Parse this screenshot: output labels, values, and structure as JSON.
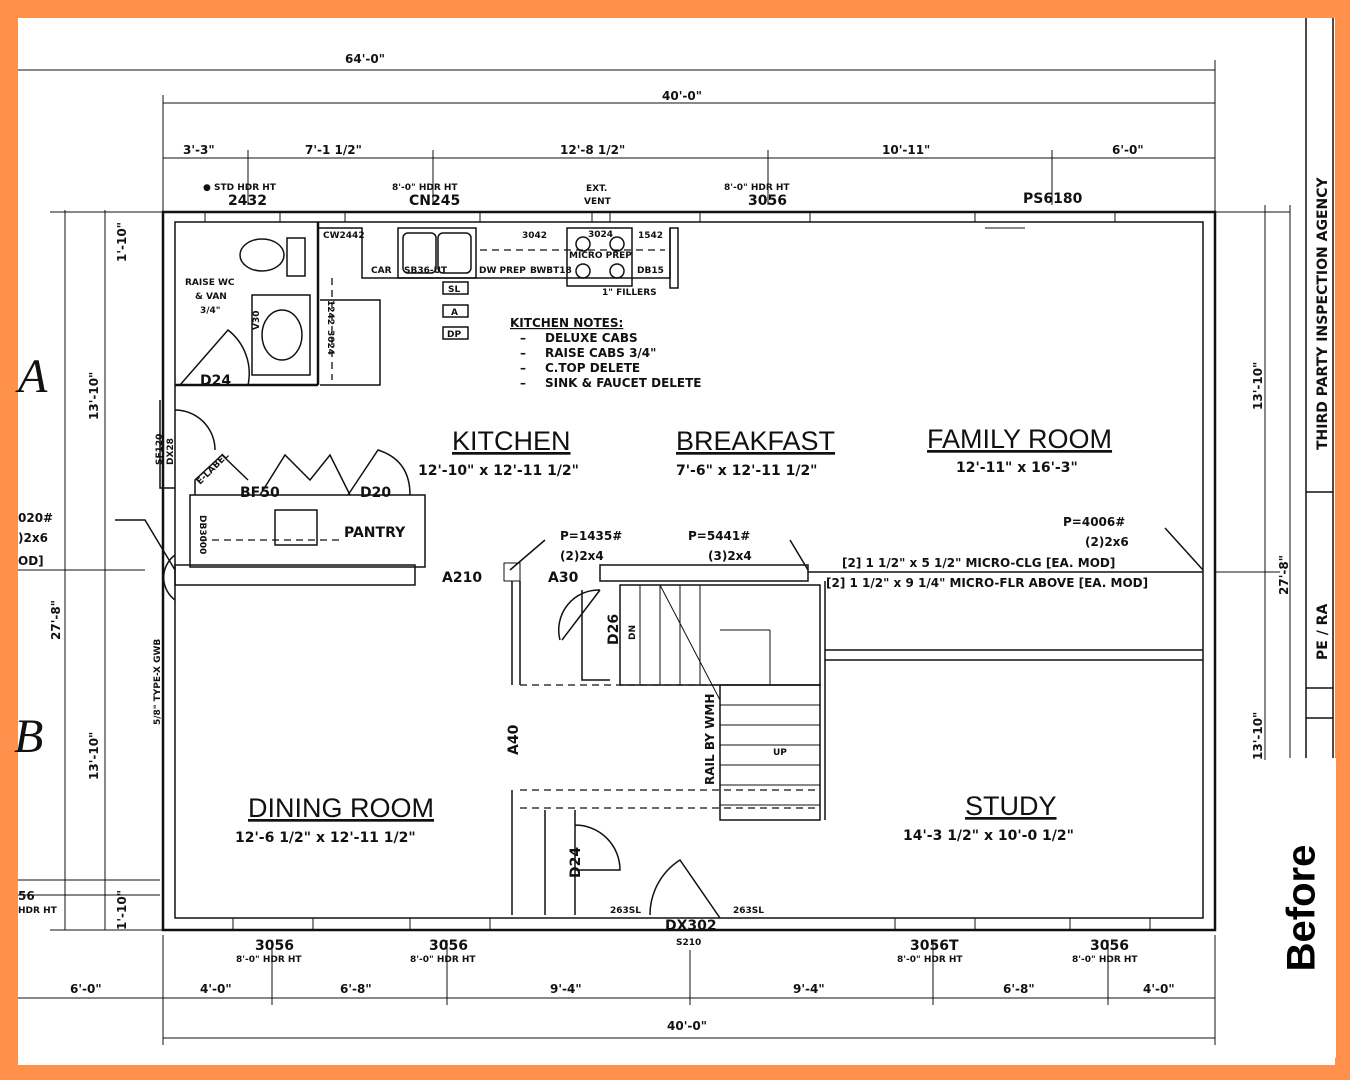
{
  "badge": "Before",
  "title_block": {
    "agency": "THIRD PARTY INSPECTION AGENCY",
    "pe_ra": "PE / RA"
  },
  "rooms": [
    {
      "name": "KITCHEN",
      "size": "12'-10\" x 12'-11 1/2\""
    },
    {
      "name": "BREAKFAST",
      "size": "7'-6\" x 12'-11 1/2\""
    },
    {
      "name": "FAMILY ROOM",
      "size": "12'-11\" x 16'-3\""
    },
    {
      "name": "DINING ROOM",
      "size": "12'-6 1/2\" x 12'-11 1/2\""
    },
    {
      "name": "STUDY",
      "size": "14'-3 1/2\" x 10'-0 1/2\""
    }
  ],
  "dims_top": {
    "overall": "64'-0\"",
    "house": "40'-0\"",
    "segments": [
      "3'-3\"",
      "7'-1 1/2\"",
      "12'-8 1/2\"",
      "10'-11\"",
      "6'-0\""
    ]
  },
  "dims_bottom": {
    "overall": "40'-0\"",
    "segments": [
      "4'-0\"",
      "6'-8\"",
      "9'-4\"",
      "9'-4\"",
      "6'-8\"",
      "4'-0\""
    ],
    "left": "6'-0\""
  },
  "dims_left": {
    "top": "13'-10\"",
    "bottom": "13'-10\"",
    "small_top": "1'-10\"",
    "small_bottom": "1'-10\"",
    "total": "27'-8\""
  },
  "dims_right": {
    "top": "13'-10\"",
    "bottom": "13'-10\"",
    "total": "27'-8\""
  },
  "windows_top": [
    {
      "hdr": "● STD HDR HT",
      "code": "2432"
    },
    {
      "hdr": "8'-0\" HDR HT",
      "code": "CN245"
    },
    {
      "hdr": "EXT.",
      "code": "VENT"
    },
    {
      "hdr": "8'-0\" HDR HT",
      "code": "3056"
    },
    {
      "hdr": "",
      "code": "PS6180"
    }
  ],
  "windows_bottom": [
    {
      "code": "3056",
      "hdr": "8'-0\" HDR HT"
    },
    {
      "code": "3056",
      "hdr": "8'-0\" HDR HT"
    },
    {
      "code": "3056T",
      "hdr": "8'-0\" HDR HT"
    },
    {
      "code": "3056",
      "hdr": "8'-0\" HDR HT"
    }
  ],
  "entry": {
    "door": "DX302",
    "sill": "S210",
    "side_left": "263SL",
    "side_right": "263SL"
  },
  "bath": {
    "note1": "RAISE WC",
    "note2": "& VAN",
    "note3": "3/4\"",
    "vanity": "V30",
    "door": "D24"
  },
  "cabinets": {
    "c1": "CW2442",
    "c2": "CAR",
    "c3": "1242",
    "c4": "3024",
    "sink": "SB36-UT",
    "dw": "DW PREP",
    "c5": "BWBT18",
    "c6": "3042",
    "c7": "3024",
    "c8": "1542",
    "micro": "MICRO PREP",
    "c9": "DB15",
    "fillers": "1\" FILLERS",
    "sl": "SL",
    "a": "A",
    "dp": "DP"
  },
  "kitchen_notes": {
    "title": "KITCHEN NOTES:",
    "items": [
      "DELUXE CABS",
      "RAISE CABS 3/4\"",
      "C.TOP DELETE",
      "SINK & FAUCET DELETE"
    ]
  },
  "labels": {
    "sf": "SF120",
    "dx": "DX28",
    "elabel": "E-LABEL",
    "bf": "BF50",
    "d20": "D20",
    "pantry": "PANTRY",
    "db": "DB3000",
    "a210": "A210",
    "a30": "A30",
    "a40": "A40",
    "d26": "D26",
    "dn": "DN",
    "up": "UP",
    "rail": "RAIL BY WMH",
    "d24b": "D24",
    "p1": "P=1435#",
    "p1b": "(2)2x4",
    "p2": "P=5441#",
    "p2b": "(3)2x4",
    "p3": "P=4006#",
    "p3b": "(2)2x6",
    "beam1": "[2] 1 1/2\" x 5 1/2\" MICRO-CLG [EA. MOD]",
    "beam2": "[2] 1 1/2\" x 9 1/4\" MICRO-FLR ABOVE [EA. MOD]",
    "gwb": "5/8\" TYPE-X GWB",
    "left_p1": "020#",
    "left_p2": ")2x6",
    "left_p3": "OD]",
    "left_win": "56",
    "left_hdr": "HDR HT",
    "mod_a": "A",
    "mod_b": "B"
  }
}
